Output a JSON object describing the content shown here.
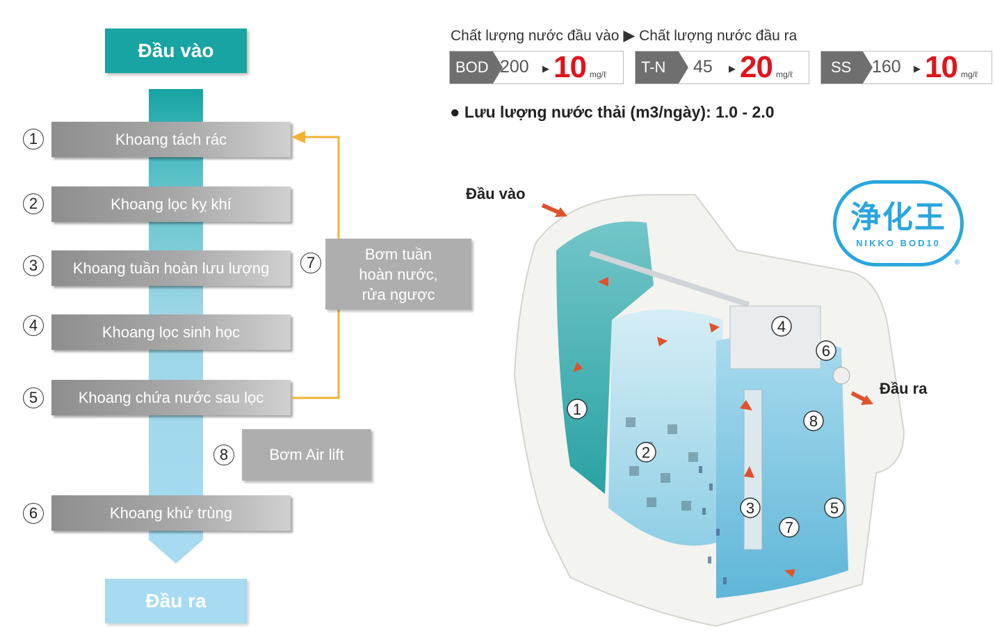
{
  "flow": {
    "inlet": "Đầu vào",
    "outlet": "Đầu ra",
    "stages": [
      {
        "num": "1",
        "label": "Khoang tách rác"
      },
      {
        "num": "2",
        "label": "Khoang lọc kỵ khí"
      },
      {
        "num": "3",
        "label": "Khoang tuần hoàn lưu lượng"
      },
      {
        "num": "4",
        "label": "Khoang lọc sinh học"
      },
      {
        "num": "5",
        "label": "Khoang chứa nước sau lọc"
      },
      {
        "num": "6",
        "label": "Khoang khử trùng"
      }
    ],
    "recirculation_pump": {
      "num": "7",
      "label": "Bơm tuần hoàn nước, rửa ngược"
    },
    "airlift_pump": {
      "num": "8",
      "label": "Bơm Air lift"
    }
  },
  "quality": {
    "title_in": "Chất lượng nước đầu vào",
    "title_out": "Chất lượng nước đầu ra",
    "unit": "mg/ℓ",
    "items": [
      {
        "label": "BOD",
        "in": "200",
        "out": "10"
      },
      {
        "label": "T-N",
        "in": "45",
        "out": "20"
      },
      {
        "label": "SS",
        "in": "160",
        "out": "10"
      }
    ]
  },
  "flow_rate": "Lưu lượng nước thải (m3/ngày): 1.0 - 2.0",
  "diagram": {
    "inlet_label": "Đầu vào",
    "outlet_label": "Đầu ra",
    "logo_kanji": "浄化王",
    "logo_text": "NIKKO BOD10",
    "logo_mark": "®",
    "markers": [
      "1",
      "2",
      "3",
      "4",
      "5",
      "6",
      "7",
      "8"
    ]
  },
  "colors": {
    "teal": "#17a4a3",
    "light_blue": "#a6dbf2",
    "orange": "#f2b134",
    "red": "#e0141b",
    "gray": "#aeaeae"
  }
}
